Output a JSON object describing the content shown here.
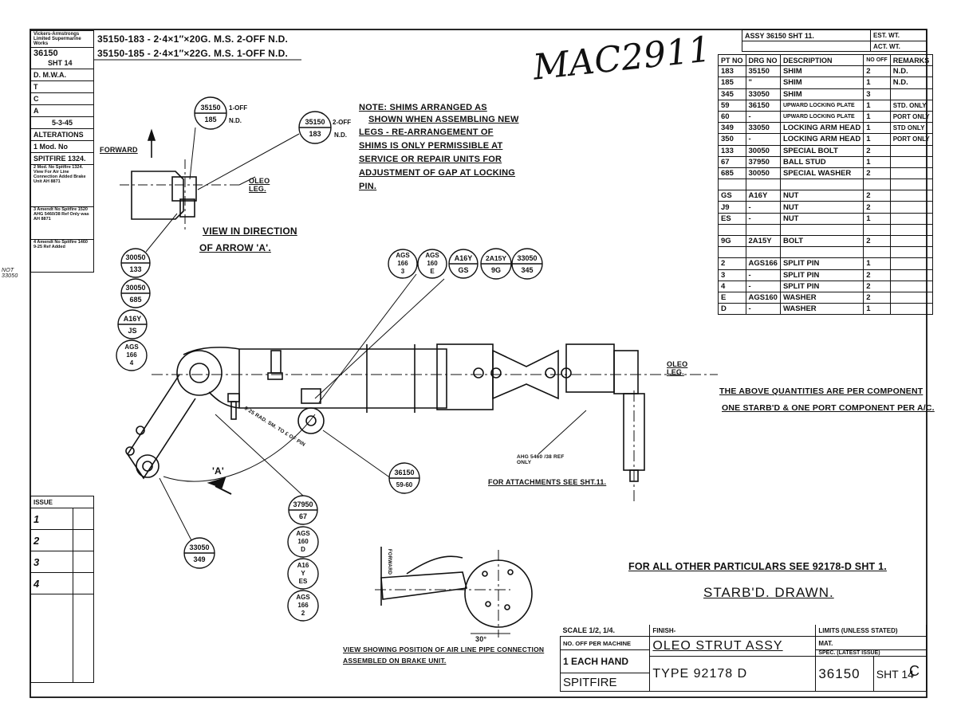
{
  "header": {
    "stamp": "MAC2911",
    "shim_lines": [
      "35150-183 - 2·4×1″×20G. M.S. 2-OFF N.D.",
      "35150-185 - 2·4×1″×22G. M.S. 1-OFF N.D."
    ]
  },
  "left_strip": {
    "company": "Vickers-Armstrongs Limited Supermarine Works",
    "drawing": "36150",
    "sheet": "SHT 14",
    "rows": [
      "D. M.W.A.",
      "T",
      "C",
      "A",
      "5-3-45",
      "ALTERATIONS",
      "1 Mod. No",
      "SPITFIRE 1324."
    ],
    "alterations": [
      "2 Mod. No Spitfire 1324. View For Air Line Connection Added Brake Unit AH 8871",
      "3 Amendt No Spitfire 1520 AHG 5460/38 Ref Only was AH 8871",
      "4 Amendt No Spitfire 1460 9-25 Ref Added"
    ]
  },
  "issue": {
    "label": "ISSUE",
    "values": [
      "1",
      "2",
      "3",
      "4"
    ]
  },
  "margin_note": "NOT 33050",
  "assy_header": {
    "assy": "ASSY 36150 SHT 11.",
    "est": "EST. WT.",
    "act": "ACT. WT."
  },
  "parts_table": {
    "headers": [
      "PT NO",
      "DRG NO",
      "DESCRIPTION",
      "NO OFF",
      "REMARKS"
    ],
    "rows": [
      [
        "183",
        "35150",
        "SHIM",
        "2",
        "N.D."
      ],
      [
        "185",
        "\"",
        "SHIM",
        "1",
        "N.D."
      ],
      [
        "345",
        "33050",
        "SHIM",
        "3",
        ""
      ],
      [
        "59",
        "36150",
        "UPWARD LOCKING PLATE",
        "1",
        "STD. ONLY"
      ],
      [
        "60",
        "-",
        "UPWARD LOCKING PLATE",
        "1",
        "PORT ONLY"
      ],
      [
        "349",
        "33050",
        "LOCKING ARM HEAD",
        "1",
        "STD ONLY"
      ],
      [
        "350",
        "-",
        "LOCKING ARM HEAD",
        "1",
        "PORT ONLY"
      ],
      [
        "133",
        "30050",
        "SPECIAL BOLT",
        "2",
        ""
      ],
      [
        "67",
        "37950",
        "BALL STUD",
        "1",
        ""
      ],
      [
        "685",
        "30050",
        "SPECIAL WASHER",
        "2",
        ""
      ],
      [
        "",
        "",
        "",
        "",
        ""
      ],
      [
        "GS",
        "A16Y",
        "NUT",
        "2",
        ""
      ],
      [
        "J9",
        "-",
        "NUT",
        "2",
        ""
      ],
      [
        "ES",
        "-",
        "NUT",
        "1",
        ""
      ],
      [
        "",
        "",
        "",
        "",
        ""
      ],
      [
        "9G",
        "2A15Y",
        "BOLT",
        "2",
        ""
      ],
      [
        "",
        "",
        "",
        "",
        ""
      ],
      [
        "2",
        "AGS166",
        "SPLIT PIN",
        "1",
        ""
      ],
      [
        "3",
        "-",
        "SPLIT PIN",
        "2",
        ""
      ],
      [
        "4",
        "-",
        "SPLIT PIN",
        "2",
        ""
      ],
      [
        "E",
        "AGS160",
        "WASHER",
        "2",
        ""
      ],
      [
        "D",
        "-",
        "WASHER",
        "1",
        ""
      ]
    ]
  },
  "notes": {
    "shims": [
      "NOTE: SHIMS ARRANGED AS",
      "SHOWN WHEN ASSEMBLING NEW",
      "LEGS - RE-ARRANGEMENT OF",
      "SHIMS IS ONLY PERMISSIBLE AT",
      "SERVICE OR REPAIR UNITS FOR",
      "ADJUSTMENT OF GAP AT LOCKING",
      "PIN."
    ],
    "quantities": [
      "THE ABOVE QUANTITIES ARE PER COMPONENT",
      "ONE STARB'D & ONE PORT COMPONENT PER A/C."
    ],
    "particulars": "FOR ALL OTHER PARTICULARS SEE 92178-D SHT 1.",
    "drawn": "STARB'D. DRAWN.",
    "view_arrow": [
      "VIEW IN DIRECTION",
      "OF ARROW 'A'."
    ],
    "forward": "FORWARD",
    "oleo_leg": "OLEO LEG.",
    "attachments": "FOR ATTACHMENTS SEE SHT.11.",
    "air_line": [
      "VIEW SHOWING POSITION OF AIR LINE PIPE CONNECTION",
      "ASSEMBLED ON BRAKE UNIT."
    ],
    "arrow_label": "'A'",
    "angle": "30°",
    "forward_small": "FORWARD",
    "ahg": "AHG 5460 /38 REF ONLY",
    "dim": "9·25 RAD. SM. TO £ OF PIN"
  },
  "callouts": {
    "c1": [
      "35150",
      "185",
      "1-OFF",
      "N.D."
    ],
    "c2": [
      "35150",
      "183",
      "2-OFF",
      "N.D."
    ],
    "c3": [
      "30050",
      "133"
    ],
    "c4": [
      "30050",
      "685"
    ],
    "c5": [
      "A16Y",
      "JS"
    ],
    "c6": [
      "AGS",
      "166",
      "4"
    ],
    "c7": [
      "AGS",
      "166",
      "3"
    ],
    "c8": [
      "AGS",
      "160",
      "E"
    ],
    "c9": [
      "A16Y",
      "GS"
    ],
    "c10": [
      "2A15Y",
      "9G"
    ],
    "c11": [
      "33050",
      "345"
    ],
    "c12": [
      "36150",
      "59-60"
    ],
    "c13": [
      "37950",
      "67"
    ],
    "c14": [
      "AGS",
      "160",
      "D"
    ],
    "c15": [
      "A16",
      "Y",
      "ES"
    ],
    "c16": [
      "AGS",
      "166",
      "2"
    ],
    "c17": [
      "33050",
      "349"
    ]
  },
  "title_block": {
    "scale": "SCALE 1/2, 1/4.",
    "finish": "FINISH-",
    "limits": "LIMITS (UNLESS STATED)",
    "mat": "MAT.",
    "spec": "SPEC. (LATEST ISSUE)",
    "no_off": "NO. OFF PER MACHINE",
    "each_hand": "1 EACH HAND",
    "aircraft": "SPITFIRE",
    "title": "OLEO STRUT ASSY",
    "type": "TYPE 92178 D",
    "drawing_no": "36150",
    "sheet": "SHT 14",
    "issue_letter": "C"
  }
}
